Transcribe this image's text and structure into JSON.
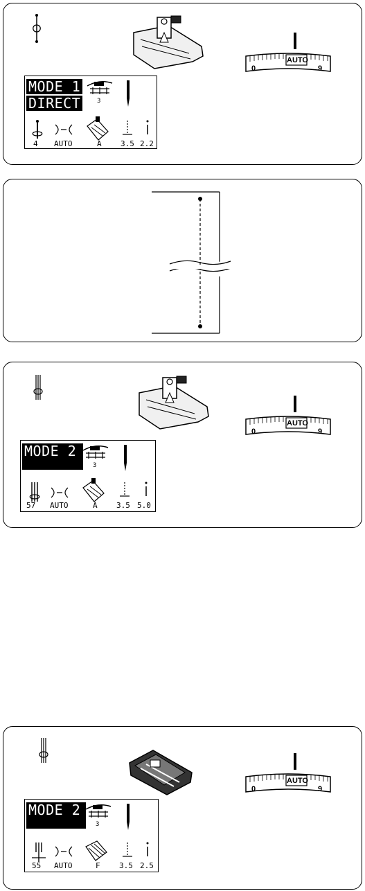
{
  "panel_a": {
    "lcd": {
      "mode_line1": "MODE 1",
      "mode_line2": "DIRECT",
      "feed_dog_value": "3",
      "stitch_number": "4",
      "tension": "AUTO",
      "foot": "A",
      "width": "3.5",
      "length": "2.2"
    },
    "dial": {
      "min": "0",
      "max": "9",
      "auto": "AUTO"
    }
  },
  "panel_b": {},
  "panel_c": {
    "lcd": {
      "mode_line1": "MODE 2",
      "feed_dog_value": "3",
      "stitch_number": "57",
      "tension": "AUTO",
      "foot": "A",
      "width": "3.5",
      "length": "5.0"
    },
    "dial": {
      "min": "0",
      "max": "9",
      "auto": "AUTO"
    }
  },
  "panel_d": {
    "lcd": {
      "mode_line1": "MODE 2",
      "feed_dog_value": "3",
      "stitch_number": "55",
      "tension": "AUTO",
      "foot": "F",
      "width": "3.5",
      "length": "2.5"
    },
    "dial": {
      "min": "0",
      "max": "9",
      "auto": "AUTO"
    }
  }
}
